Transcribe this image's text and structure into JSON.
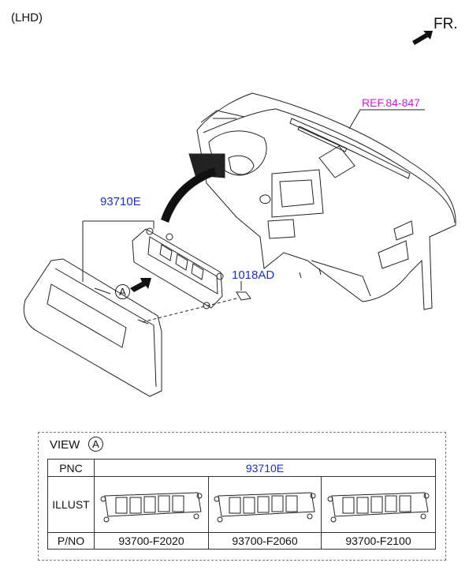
{
  "header": {
    "variant": "(LHD)",
    "direction": "FR."
  },
  "callouts": {
    "ref": "REF.84-847",
    "main_pnc": "93710E",
    "bolt_pnc": "1018AD",
    "view_marker": "A"
  },
  "view_table": {
    "title": "VIEW",
    "marker": "A",
    "row_labels": {
      "pnc": "PNC",
      "illust": "ILLUST",
      "pno": "P/NO"
    },
    "pnc_value": "93710E",
    "parts": [
      "93700-F2020",
      "93700-F2060",
      "93700-F2100"
    ]
  },
  "colors": {
    "part_number": "#1a2fd0",
    "reference": "#d61ad6"
  }
}
